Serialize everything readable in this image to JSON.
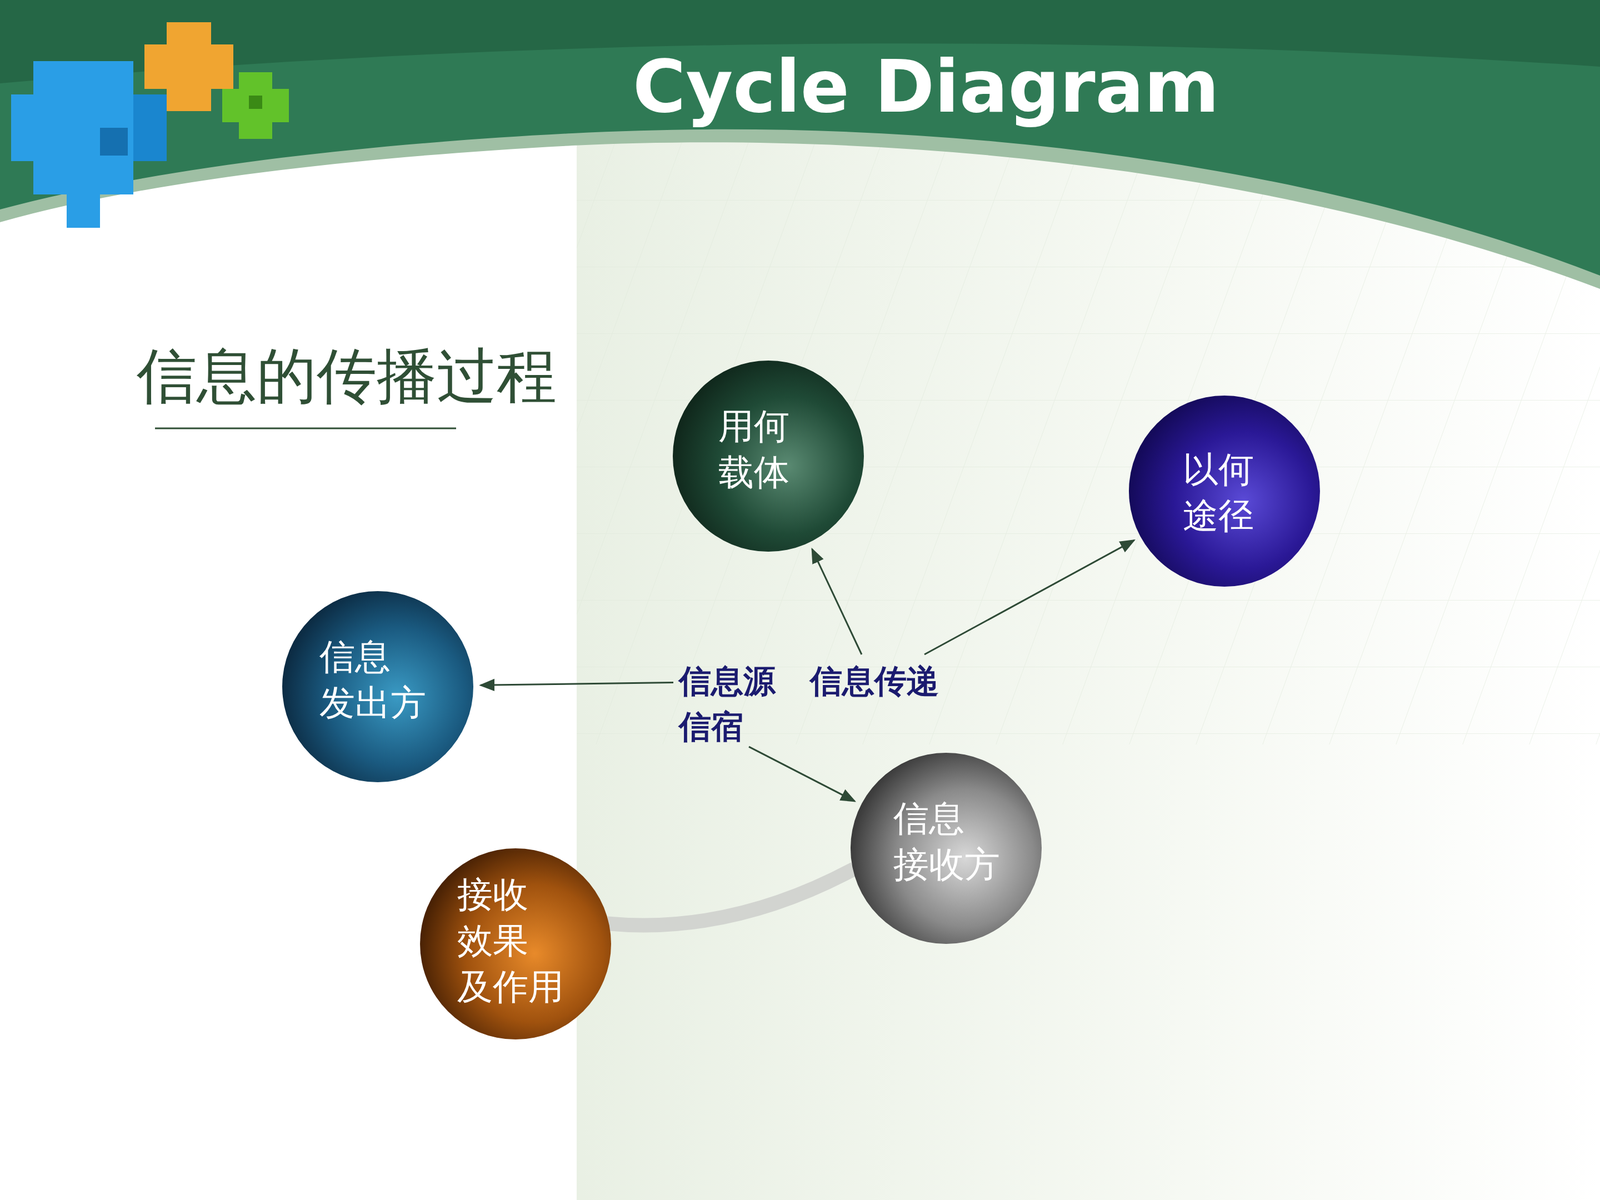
{
  "diagram": {
    "title": "Cycle Diagram",
    "nodes": [
      {
        "text": [
          "用何 载体"
        ]
      },
      {
        "text": [
          "以何 途径"
        ]
      },
      {
        "text": [
          "信息 发出方"
        ]
      },
      {
        "text": [
          "信息源"
        ]
      },
      {
        "text": [
          "信息传递"
        ]
      },
      {
        "text": [
          "信宿"
        ]
      },
      {
        "text": [
          "信息 接收方"
        ]
      },
      {
        "text": [
          "接收 效果 及作用"
        ]
      }
    ],
    "edges": [
      {
        "from": 3,
        "to": 2,
        "arrow": "to"
      },
      {
        "from": 4,
        "to": 0,
        "arrow": "to"
      },
      {
        "from": 4,
        "to": 1,
        "arrow": "to"
      },
      {
        "from": 5,
        "to": 6,
        "arrow": "to"
      },
      {
        "from": 7,
        "to": 6,
        "arrow": "none"
      }
    ],
    "labels": [
      "信息的传播过程"
    ]
  }
}
